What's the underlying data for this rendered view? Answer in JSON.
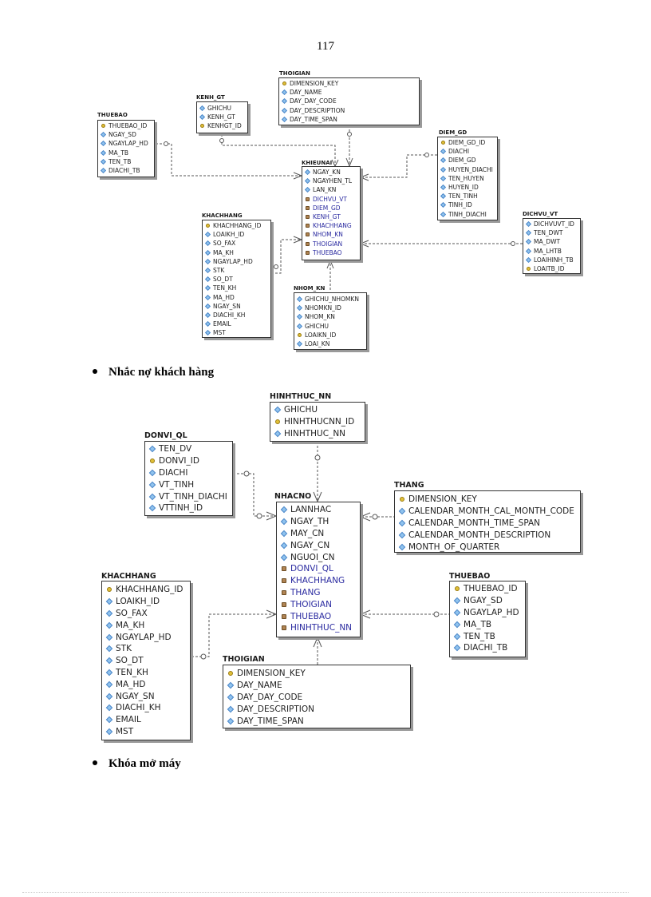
{
  "page_number": "117",
  "bullets": [
    {
      "text": "Nhắc nợ khách hàng"
    },
    {
      "text": "Khóa mở máy"
    }
  ],
  "diagram1": {
    "thoigian": {
      "name": "THOIGIAN",
      "rows": [
        {
          "t": "DIMENSION_KEY",
          "i": "key"
        },
        {
          "t": "DAY_NAME",
          "i": "attr"
        },
        {
          "t": "DAY_DAY_CODE",
          "i": "attr"
        },
        {
          "t": "DAY_DESCRIPTION",
          "i": "attr"
        },
        {
          "t": "DAY_TIME_SPAN",
          "i": "attr"
        }
      ]
    },
    "kenh_gt": {
      "name": "KENH_GT",
      "rows": [
        {
          "t": "GHICHU",
          "i": "attr"
        },
        {
          "t": "KENH_GT",
          "i": "attr"
        },
        {
          "t": "KENHGT_ID",
          "i": "key"
        }
      ]
    },
    "thuebao": {
      "name": "THUEBAO",
      "rows": [
        {
          "t": "THUEBAO_ID",
          "i": "key"
        },
        {
          "t": "NGAY_SD",
          "i": "attr"
        },
        {
          "t": "NGAYLAP_HD",
          "i": "attr"
        },
        {
          "t": "MA_TB",
          "i": "attr"
        },
        {
          "t": "TEN_TB",
          "i": "attr"
        },
        {
          "t": "DIACHI_TB",
          "i": "attr"
        }
      ]
    },
    "khieunai": {
      "name": "KHIEUNAI",
      "rows": [
        {
          "t": "NGAY_KN",
          "i": "attr"
        },
        {
          "t": "NGAYHEN_TL",
          "i": "attr"
        },
        {
          "t": "LAN_KN",
          "i": "attr"
        },
        {
          "t": "DICHVU_VT",
          "i": "fk"
        },
        {
          "t": "DIEM_GD",
          "i": "fk"
        },
        {
          "t": "KENH_GT",
          "i": "fk"
        },
        {
          "t": "KHACHHANG",
          "i": "fk"
        },
        {
          "t": "NHOM_KN",
          "i": "fk"
        },
        {
          "t": "THOIGIAN",
          "i": "fk"
        },
        {
          "t": "THUEBAO",
          "i": "fk"
        }
      ]
    },
    "diem_gd": {
      "name": "DIEM_GD",
      "rows": [
        {
          "t": "DIEM_GD_ID",
          "i": "key"
        },
        {
          "t": "DIACHI",
          "i": "attr"
        },
        {
          "t": "DIEM_GD",
          "i": "attr"
        },
        {
          "t": "HUYEN_DIACHI",
          "i": "attr"
        },
        {
          "t": "TEN_HUYEN",
          "i": "attr"
        },
        {
          "t": "HUYEN_ID",
          "i": "attr"
        },
        {
          "t": "TEN_TINH",
          "i": "attr"
        },
        {
          "t": "TINH_ID",
          "i": "attr"
        },
        {
          "t": "TINH_DIACHI",
          "i": "attr"
        }
      ]
    },
    "dichvu_vt": {
      "name": "DICHVU_VT",
      "rows": [
        {
          "t": "DICHVUVT_ID",
          "i": "attr"
        },
        {
          "t": "TEN_DWT",
          "i": "attr"
        },
        {
          "t": "MA_DWT",
          "i": "attr"
        },
        {
          "t": "MA_LHTB",
          "i": "attr"
        },
        {
          "t": "LOAIHINH_TB",
          "i": "attr"
        },
        {
          "t": "LOAITB_ID",
          "i": "key"
        }
      ]
    },
    "khachhang": {
      "name": "KHACHHANG",
      "rows": [
        {
          "t": "KHACHHANG_ID",
          "i": "key"
        },
        {
          "t": "LOAIKH_ID",
          "i": "attr"
        },
        {
          "t": "SO_FAX",
          "i": "attr"
        },
        {
          "t": "MA_KH",
          "i": "attr"
        },
        {
          "t": "NGAYLAP_HD",
          "i": "attr"
        },
        {
          "t": "STK",
          "i": "attr"
        },
        {
          "t": "SO_DT",
          "i": "attr"
        },
        {
          "t": "TEN_KH",
          "i": "attr"
        },
        {
          "t": "MA_HD",
          "i": "attr"
        },
        {
          "t": "NGAY_SN",
          "i": "attr"
        },
        {
          "t": "DIACHI_KH",
          "i": "attr"
        },
        {
          "t": "EMAIL",
          "i": "attr"
        },
        {
          "t": "MST",
          "i": "attr"
        }
      ]
    },
    "nhom_kn": {
      "name": "NHOM_KN",
      "rows": [
        {
          "t": "GHICHU_NHOMKN",
          "i": "attr"
        },
        {
          "t": "NHOMKN_ID",
          "i": "attr"
        },
        {
          "t": "NHOM_KN",
          "i": "attr"
        },
        {
          "t": "GHICHU",
          "i": "attr"
        },
        {
          "t": "LOAIKN_ID",
          "i": "key"
        },
        {
          "t": "LOAI_KN",
          "i": "attr"
        }
      ]
    }
  },
  "diagram2": {
    "hinhthuc_nn": {
      "name": "HINHTHUC_NN",
      "rows": [
        {
          "t": "GHICHU",
          "i": "attr"
        },
        {
          "t": "HINHTHUCNN_ID",
          "i": "key"
        },
        {
          "t": "HINHTHUC_NN",
          "i": "attr"
        }
      ]
    },
    "donvi_ql": {
      "name": "DONVI_QL",
      "rows": [
        {
          "t": "TEN_DV",
          "i": "attr"
        },
        {
          "t": "DONVI_ID",
          "i": "key"
        },
        {
          "t": "DIACHI",
          "i": "attr"
        },
        {
          "t": "VT_TINH",
          "i": "attr"
        },
        {
          "t": "VT_TINH_DIACHI",
          "i": "attr"
        },
        {
          "t": "VTTINH_ID",
          "i": "attr"
        }
      ]
    },
    "nhacno": {
      "name": "NHACNO",
      "rows": [
        {
          "t": "LANNHAC",
          "i": "attr"
        },
        {
          "t": "NGAY_TH",
          "i": "attr"
        },
        {
          "t": "MAY_CN",
          "i": "attr"
        },
        {
          "t": "NGAY_CN",
          "i": "attr"
        },
        {
          "t": "NGUOI_CN",
          "i": "attr"
        },
        {
          "t": "DONVI_QL",
          "i": "fk"
        },
        {
          "t": "KHACHHANG",
          "i": "fk"
        },
        {
          "t": "THANG",
          "i": "fk"
        },
        {
          "t": "THOIGIAN",
          "i": "fk"
        },
        {
          "t": "THUEBAO",
          "i": "fk"
        },
        {
          "t": "HINHTHUC_NN",
          "i": "fk"
        }
      ]
    },
    "thang": {
      "name": "THANG",
      "rows": [
        {
          "t": "DIMENSION_KEY",
          "i": "key"
        },
        {
          "t": "CALENDAR_MONTH_CAL_MONTH_CODE",
          "i": "attr"
        },
        {
          "t": "CALENDAR_MONTH_TIME_SPAN",
          "i": "attr"
        },
        {
          "t": "CALENDAR_MONTH_DESCRIPTION",
          "i": "attr"
        },
        {
          "t": "MONTH_OF_QUARTER",
          "i": "attr"
        }
      ]
    },
    "khachhang": {
      "name": "KHACHHANG",
      "rows": [
        {
          "t": "KHACHHANG_ID",
          "i": "key"
        },
        {
          "t": "LOAIKH_ID",
          "i": "attr"
        },
        {
          "t": "SO_FAX",
          "i": "attr"
        },
        {
          "t": "MA_KH",
          "i": "attr"
        },
        {
          "t": "NGAYLAP_HD",
          "i": "attr"
        },
        {
          "t": "STK",
          "i": "attr"
        },
        {
          "t": "SO_DT",
          "i": "attr"
        },
        {
          "t": "TEN_KH",
          "i": "attr"
        },
        {
          "t": "MA_HD",
          "i": "attr"
        },
        {
          "t": "NGAY_SN",
          "i": "attr"
        },
        {
          "t": "DIACHI_KH",
          "i": "attr"
        },
        {
          "t": "EMAIL",
          "i": "attr"
        },
        {
          "t": "MST",
          "i": "attr"
        }
      ]
    },
    "thuebao": {
      "name": "THUEBAO",
      "rows": [
        {
          "t": "THUEBAO_ID",
          "i": "key"
        },
        {
          "t": "NGAY_SD",
          "i": "attr"
        },
        {
          "t": "NGAYLAP_HD",
          "i": "attr"
        },
        {
          "t": "MA_TB",
          "i": "attr"
        },
        {
          "t": "TEN_TB",
          "i": "attr"
        },
        {
          "t": "DIACHI_TB",
          "i": "attr"
        }
      ]
    },
    "thoigian": {
      "name": "THOIGIAN",
      "rows": [
        {
          "t": "DIMENSION_KEY",
          "i": "key"
        },
        {
          "t": "DAY_NAME",
          "i": "attr"
        },
        {
          "t": "DAY_DAY_CODE",
          "i": "attr"
        },
        {
          "t": "DAY_DESCRIPTION",
          "i": "attr"
        },
        {
          "t": "DAY_TIME_SPAN",
          "i": "attr"
        }
      ]
    }
  }
}
